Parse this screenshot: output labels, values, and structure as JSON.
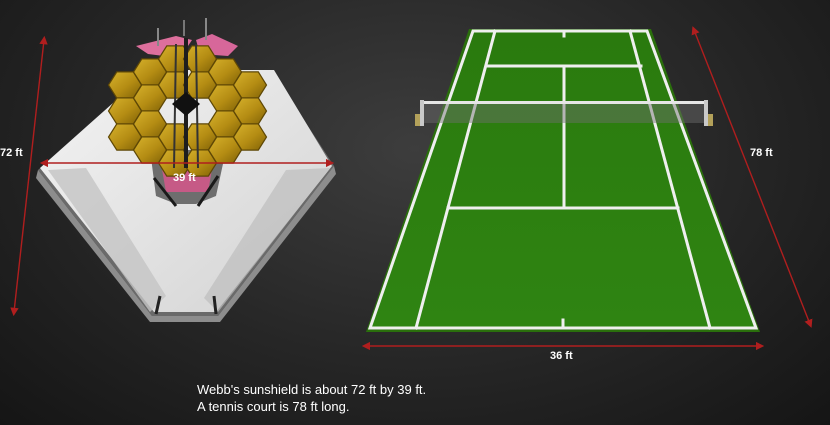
{
  "webb": {
    "height_label": "72 ft",
    "width_label": "39 ft"
  },
  "tennis_court": {
    "length_label": "78 ft",
    "width_label": "36 ft"
  },
  "caption": {
    "line1": "Webb's sunshield is about 72 ft by 39 ft.",
    "line2": "A tennis court is 78 ft long."
  },
  "colors": {
    "court_green": "#2f7d10",
    "court_lines": "#f0f0f0",
    "dimension_red": "#b01e1e",
    "mirror_gold": "#b08a12",
    "sunshield_white": "#e6e6e6"
  }
}
